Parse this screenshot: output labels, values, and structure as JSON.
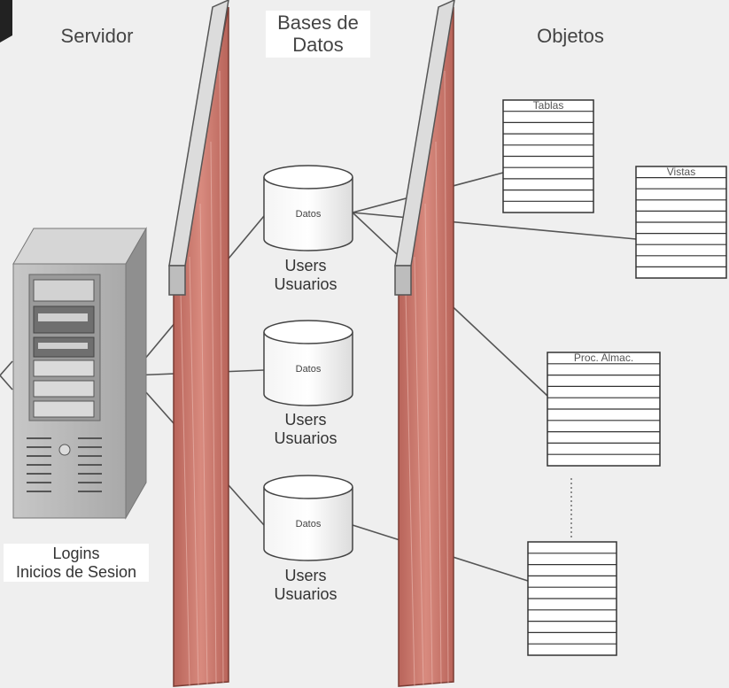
{
  "headers": {
    "servidor": "Servidor",
    "bases_line1": "Bases de",
    "bases_line2": "Datos",
    "objetos": "Objetos"
  },
  "server": {
    "label_line1": "Logins",
    "label_line2": "Inicios de Sesion"
  },
  "databases": [
    {
      "cyl_label": "Datos",
      "line1": "Users",
      "line2": "Usuarios"
    },
    {
      "cyl_label": "Datos",
      "line1": "Users",
      "line2": "Usuarios"
    },
    {
      "cyl_label": "Datos",
      "line1": "Users",
      "line2": "Usuarios"
    }
  ],
  "objects": [
    {
      "title": "Tablas"
    },
    {
      "title": "Vistas"
    },
    {
      "title": "Proc. Almac."
    },
    {
      "title": ""
    }
  ],
  "colors": {
    "background": "#efefef",
    "wall_face": "#c8766a",
    "wall_stripe": "#e0a79c",
    "wall_top": "#d9d9d9",
    "server_body": "#b5b5b5",
    "line": "#444444"
  }
}
